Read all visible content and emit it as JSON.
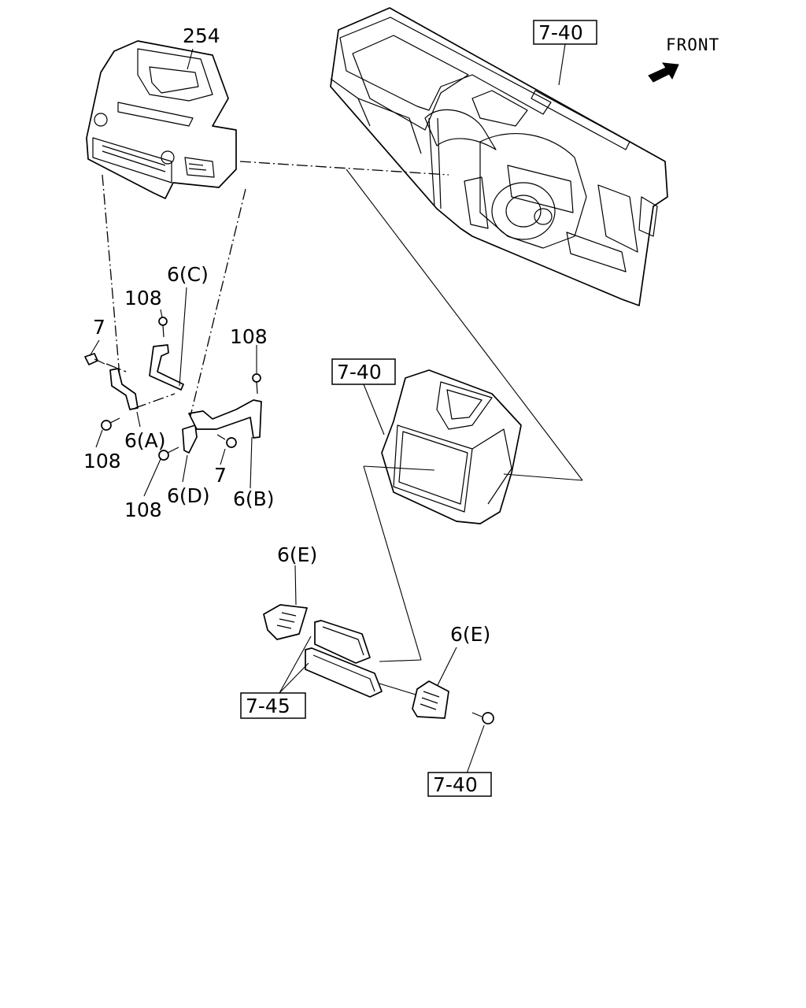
{
  "direction_label": "FRONT",
  "callouts": {
    "audio_unit": "254",
    "ref_7_40_top": "7-40",
    "ref_7_40_mid": "7-40",
    "ref_7_40_bottom": "7-40",
    "ref_7_45": "7-45",
    "bracket_6a": "6(A)",
    "bracket_6b": "6(B)",
    "bracket_6c": "6(C)",
    "bracket_6d": "6(D)",
    "bracket_6e_left": "6(E)",
    "bracket_6e_right": "6(E)",
    "screw_108_a": "108",
    "screw_108_b": "108",
    "screw_108_c": "108",
    "screw_108_d": "108",
    "screw_7_a": "7",
    "screw_7_b": "7"
  },
  "colors": {
    "line": "#000000",
    "background": "#ffffff"
  }
}
